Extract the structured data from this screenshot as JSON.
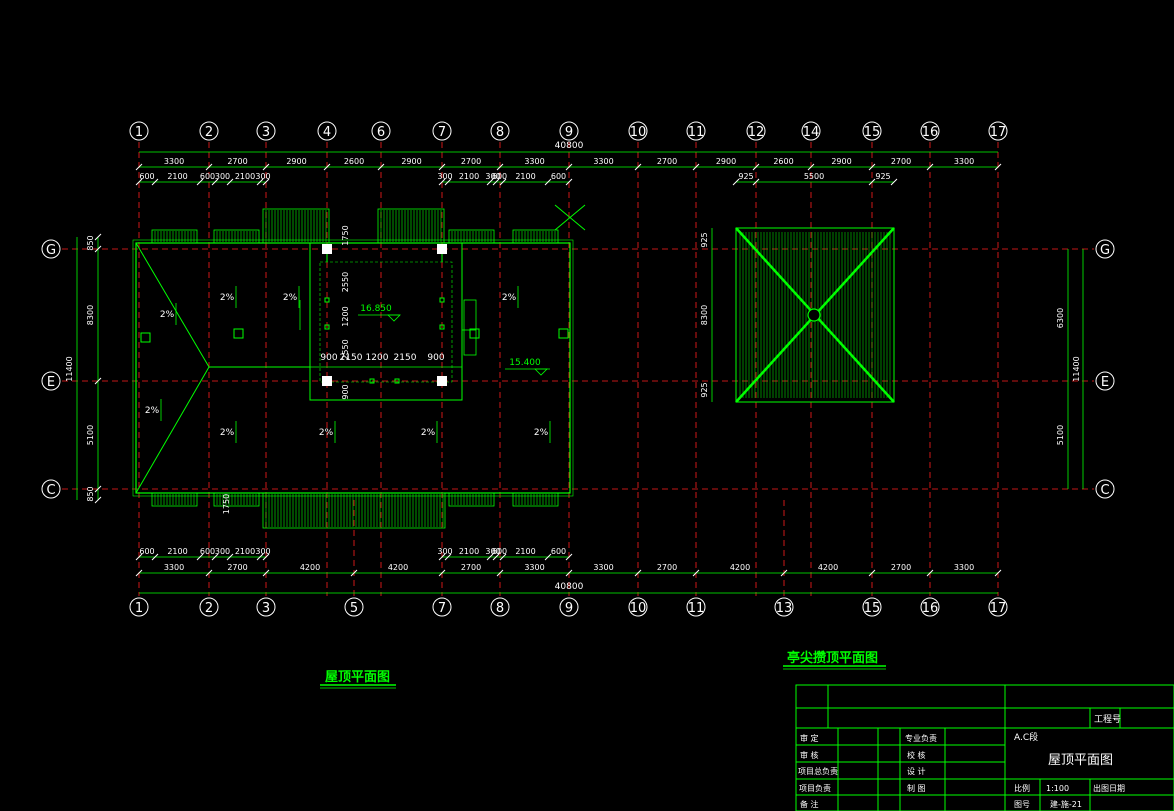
{
  "colors": {
    "background": "#000000",
    "line": "#00ff00",
    "axis": "#ff2020",
    "text": "#ffffff",
    "highlight_text": "#00ff00"
  },
  "overall_dimension": "40800",
  "axis_bubbles_top": [
    "1",
    "2",
    "3",
    "4",
    "6",
    "7",
    "8",
    "9",
    "10",
    "11",
    "12",
    "14",
    "15",
    "16",
    "17"
  ],
  "axis_bubbles_bottom": [
    "1",
    "2",
    "3",
    "5",
    "7",
    "8",
    "9",
    "10",
    "11",
    "13",
    "15",
    "16",
    "17"
  ],
  "axis_bubbles_left": [
    "G",
    "E",
    "C"
  ],
  "axis_bubbles_right": [
    "G",
    "E",
    "C"
  ],
  "dims_top_row1": [
    "3300",
    "2700",
    "2900",
    "2600",
    "2900",
    "2700",
    "3300",
    "3300",
    "2700",
    "2900",
    "2600",
    "2900",
    "2700",
    "3300"
  ],
  "dims_top_row2_left": [
    "600",
    "2100",
    "600",
    "300",
    "2100",
    "300"
  ],
  "dims_top_row2_mid": [
    "300",
    "2100",
    "300",
    "600",
    "2100",
    "600"
  ],
  "dims_top_row2_right": [
    "925",
    "5500",
    "925"
  ],
  "dims_bottom_row1": [
    "3300",
    "2700",
    "4200",
    "4200",
    "2700",
    "3300",
    "3300",
    "2700",
    "4200",
    "4200",
    "2700",
    "3300"
  ],
  "dims_bottom_row2_left": [
    "600",
    "2100",
    "600",
    "300",
    "2100",
    "300"
  ],
  "dims_bottom_row2_mid": [
    "300",
    "2100",
    "300",
    "600",
    "2100",
    "600"
  ],
  "dims_left": [
    "850",
    "8300",
    "5100",
    "850",
    "11400"
  ],
  "dims_right_pav": [
    "925",
    "8300",
    "925"
  ],
  "dims_right": [
    "6300",
    "5100",
    "11400"
  ],
  "core_dims": [
    "900",
    "2150",
    "1200",
    "2150",
    "900"
  ],
  "core_vert_dims": [
    "1750",
    "2550",
    "1200",
    "2550",
    "900"
  ],
  "elevation_1": "16.850",
  "elevation_2": "15.400",
  "slope_label": "2%",
  "extra_dim": "1750",
  "titles": {
    "roof_plan": "屋顶平面图",
    "pavilion_roof_plan": "亭尖攒顶平面图"
  },
  "title_block": {
    "project_no_label": "工程号",
    "rows_left": [
      "审  定",
      "审  核",
      "项目总负责",
      "项目负责",
      "备  注"
    ],
    "rows_mid": [
      "专业负责",
      "校  核",
      "设  计",
      "制  图"
    ],
    "building": "A.C段",
    "drawing_name": "屋顶平面图",
    "scale_label": "比例",
    "scale_value": "1:100",
    "date_label": "出图日期",
    "sheet_label": "图号",
    "sheet_value": "建-施-21"
  }
}
